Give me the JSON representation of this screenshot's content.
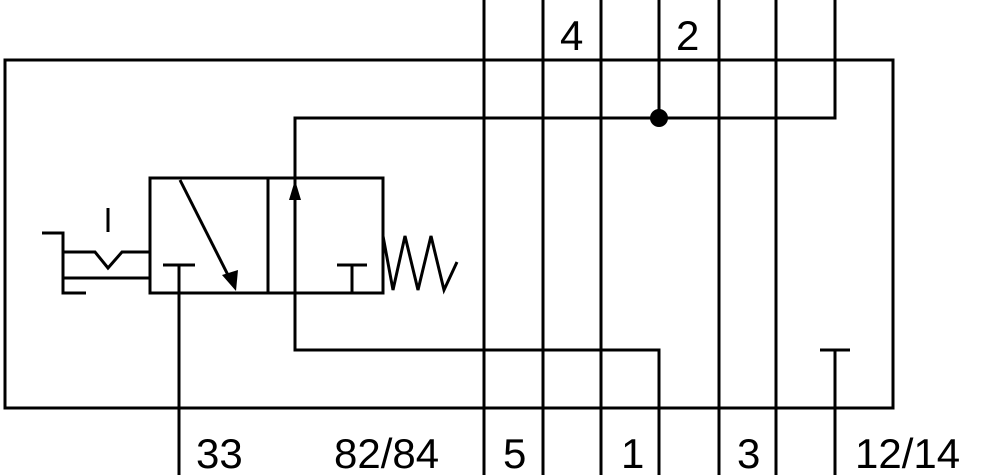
{
  "diagram": {
    "type": "pneumatic-valve-schematic",
    "top_port_labels": {
      "port_4": "4",
      "port_2": "2"
    },
    "bottom_port_labels": {
      "port_33": "33",
      "port_82_84": "82/84",
      "port_5": "5",
      "port_1": "1",
      "port_3": "3",
      "port_12_14": "12/14"
    },
    "line_color": "#000000",
    "background_color": "#ffffff"
  }
}
